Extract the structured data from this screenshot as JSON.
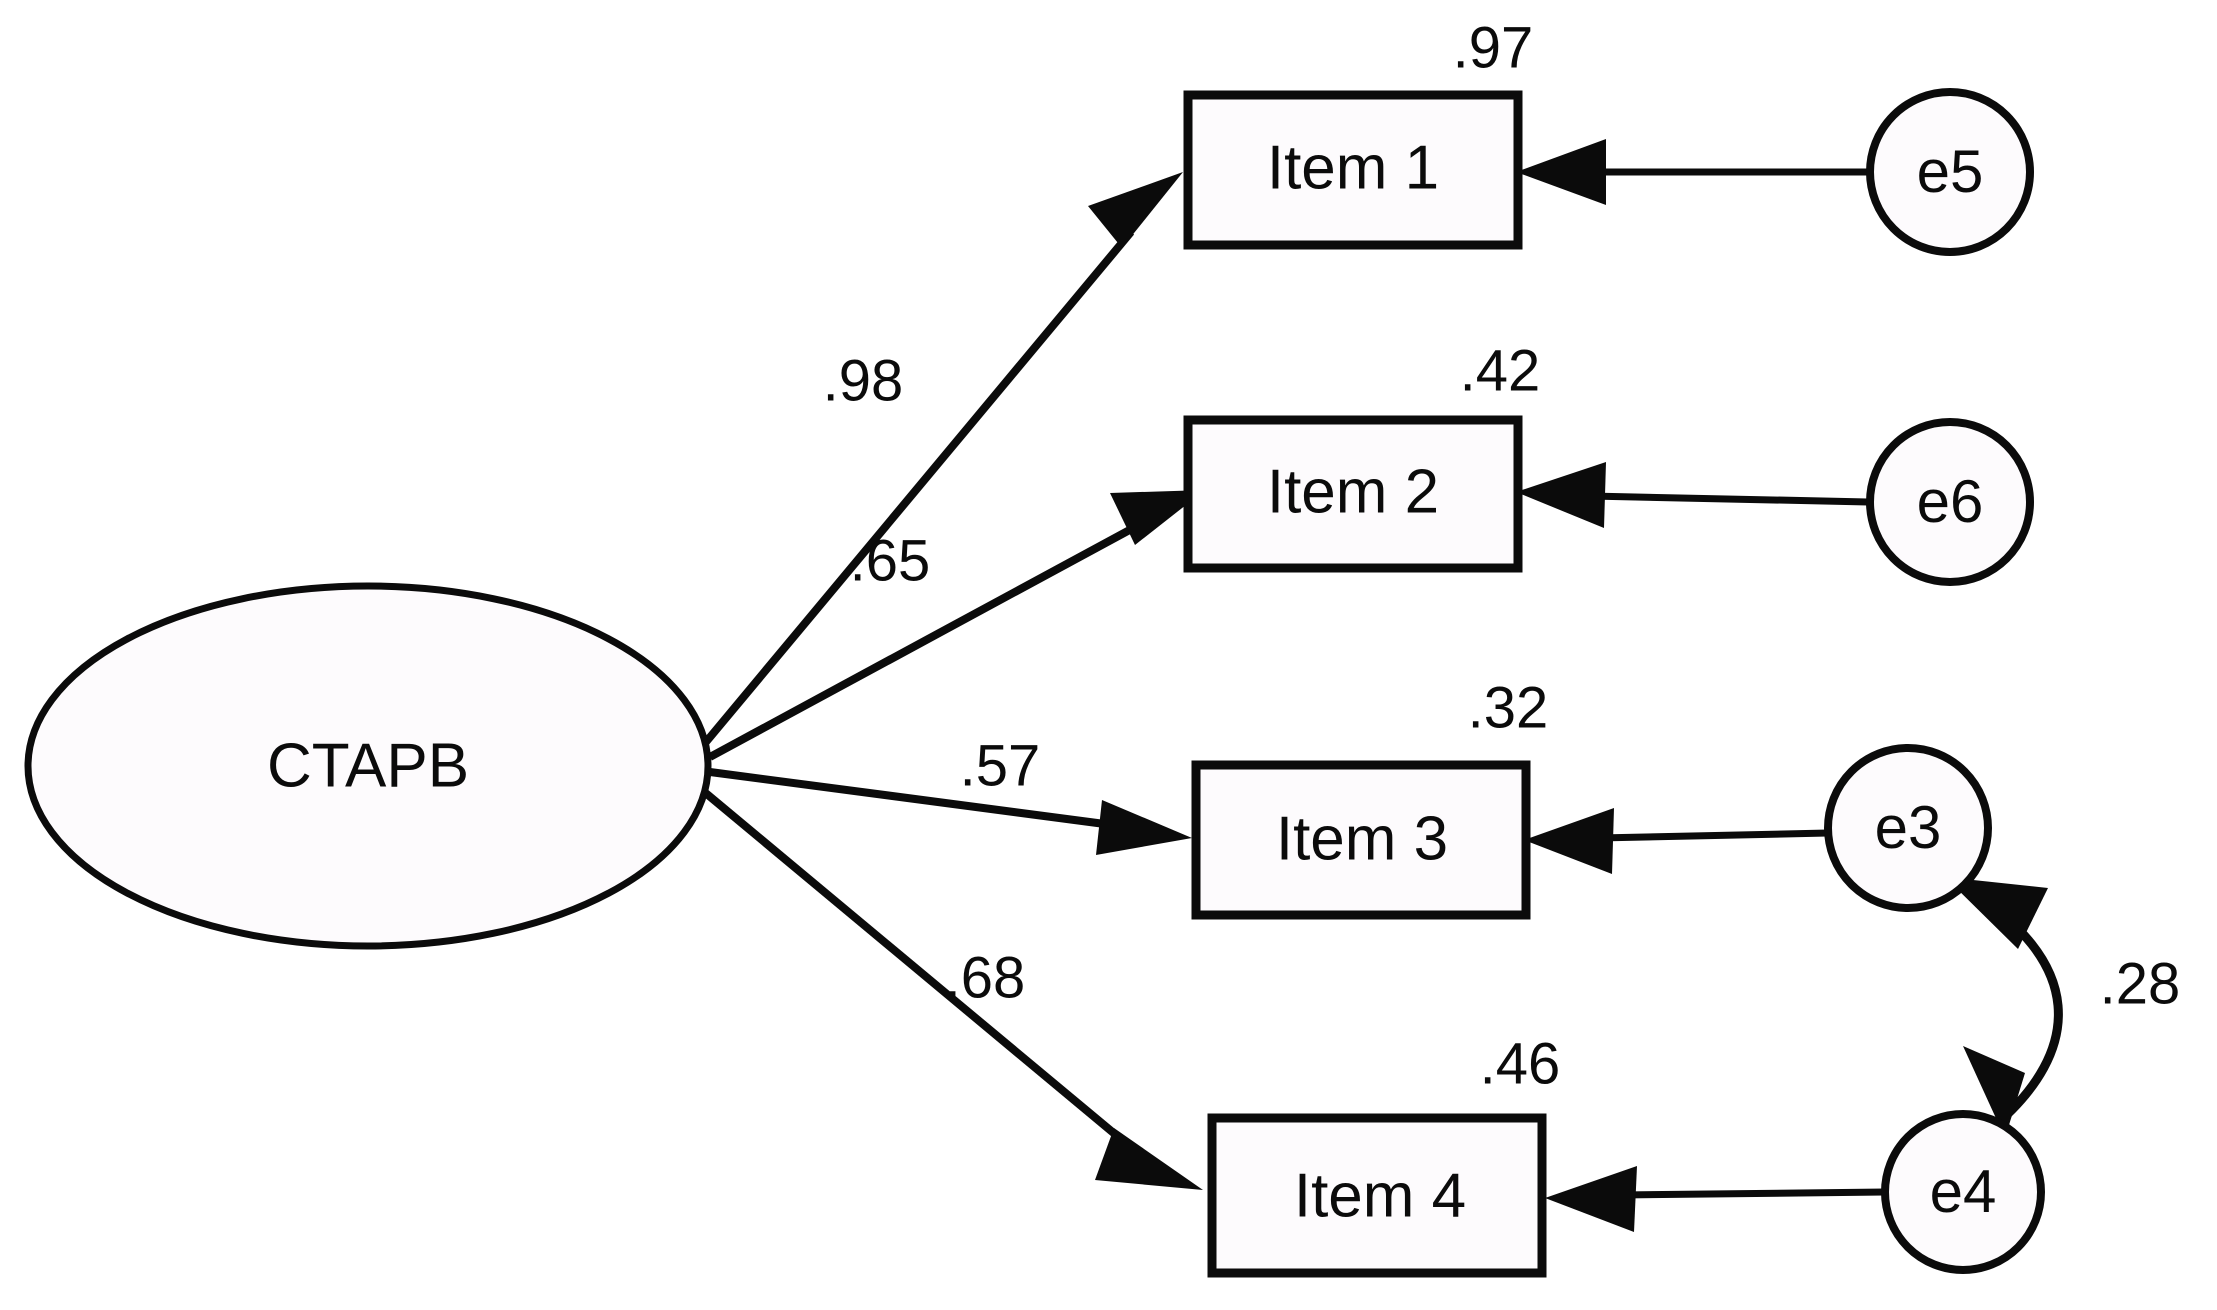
{
  "chart_data": {
    "type": "diagram",
    "diagram_kind": "sem-path-diagram",
    "title": "",
    "latent_factors": [
      {
        "id": "CTAPB",
        "label": "CTAPB",
        "shape": "ellipse"
      }
    ],
    "indicators": [
      {
        "id": "item1",
        "label": "Item 1",
        "shape": "rectangle",
        "squared_multiple_correlation": ".97",
        "loading": ".98",
        "error_term": "e5"
      },
      {
        "id": "item2",
        "label": "Item 2",
        "shape": "rectangle",
        "squared_multiple_correlation": ".42",
        "loading": ".65",
        "error_term": "e6"
      },
      {
        "id": "item3",
        "label": "Item 3",
        "shape": "rectangle",
        "squared_multiple_correlation": ".32",
        "loading": ".57",
        "error_term": "e3"
      },
      {
        "id": "item4",
        "label": "Item 4",
        "shape": "rectangle",
        "squared_multiple_correlation": ".46",
        "loading": ".68",
        "error_term": "e4"
      }
    ],
    "error_terms": [
      {
        "id": "e5",
        "label": "e5",
        "shape": "circle"
      },
      {
        "id": "e6",
        "label": "e6",
        "shape": "circle"
      },
      {
        "id": "e3",
        "label": "e3",
        "shape": "circle"
      },
      {
        "id": "e4",
        "label": "e4",
        "shape": "circle"
      }
    ],
    "regression_paths": [
      {
        "from": "CTAPB",
        "to": "Item 1",
        "estimate": ".98",
        "arrow": "single-headed"
      },
      {
        "from": "CTAPB",
        "to": "Item 2",
        "estimate": ".65",
        "arrow": "single-headed"
      },
      {
        "from": "CTAPB",
        "to": "Item 3",
        "estimate": ".57",
        "arrow": "single-headed"
      },
      {
        "from": "CTAPB",
        "to": "Item 4",
        "estimate": ".68",
        "arrow": "single-headed"
      },
      {
        "from": "e5",
        "to": "Item 1",
        "estimate": "",
        "arrow": "single-headed"
      },
      {
        "from": "e6",
        "to": "Item 2",
        "estimate": "",
        "arrow": "single-headed"
      },
      {
        "from": "e3",
        "to": "Item 3",
        "estimate": "",
        "arrow": "single-headed"
      },
      {
        "from": "e4",
        "to": "Item 4",
        "estimate": "",
        "arrow": "single-headed"
      }
    ],
    "covariances": [
      {
        "between": [
          "e3",
          "e4"
        ],
        "estimate": ".28",
        "arrow": "double-headed"
      }
    ],
    "colors": {
      "stroke": "#0b0b0b",
      "fill": "#fdfbfd",
      "background": "#ffffff"
    }
  },
  "diagram": {
    "latent": {
      "label": "CTAPB"
    },
    "items": [
      {
        "label": "Item 1",
        "r2": ".97",
        "loading": ".98",
        "error": "e5"
      },
      {
        "label": "Item 2",
        "r2": ".42",
        "loading": ".65",
        "error": "e6"
      },
      {
        "label": "Item 3",
        "r2": ".32",
        "loading": ".57",
        "error": "e3"
      },
      {
        "label": "Item 4",
        "r2": ".46",
        "loading": ".68",
        "error": "e4"
      }
    ],
    "correlation": {
      "label": ".28"
    }
  }
}
